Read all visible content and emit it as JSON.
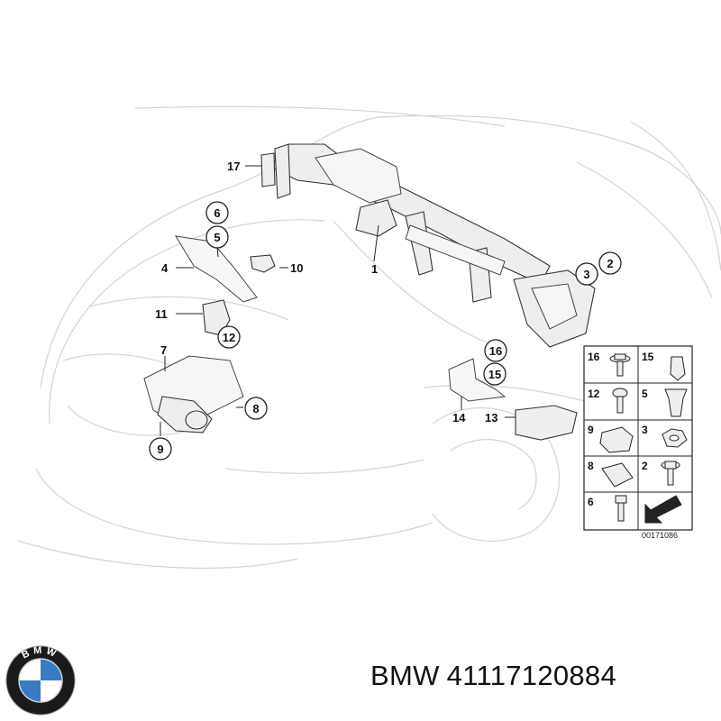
{
  "callouts": {
    "c1": "1",
    "c2": "2",
    "c3": "3",
    "c4": "4",
    "c5": "5",
    "c6": "6",
    "c7": "7",
    "c8": "8",
    "c9": "9",
    "c10": "10",
    "c11": "11",
    "c12": "12",
    "c13": "13",
    "c14": "14",
    "c15": "15",
    "c16": "16",
    "c17": "17"
  },
  "legend": {
    "items": [
      "16",
      "15",
      "12",
      "5",
      "9",
      "3",
      "8",
      "2",
      "6"
    ]
  },
  "reference_number": "00171086",
  "caption": {
    "brand": "BMW",
    "part_number": "41117120884"
  },
  "logo": {
    "letters": "BMW",
    "colors": {
      "ring": "#1a1a1a",
      "blue": "#3a7cc4",
      "white": "#ffffff"
    }
  }
}
